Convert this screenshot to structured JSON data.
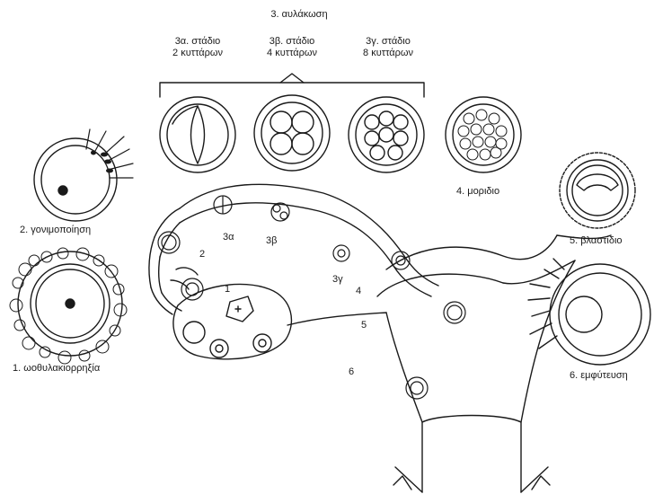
{
  "cleavage": {
    "title": "3. αυλάκωση",
    "stage_a": {
      "line1": "3α. στάδιο",
      "line2": "2 κυττάρων"
    },
    "stage_b": {
      "line1": "3β. στάδιο",
      "line2": "4 κυττάρων"
    },
    "stage_c": {
      "line1": "3γ. στάδιο",
      "line2": "8 κυττάρων"
    }
  },
  "stages": {
    "fertilization": "2. γονιμοποίηση",
    "ovulation": "1. ωοθυλακιορρηξία",
    "morula": "4. μοριδιο",
    "blastocyst": "5. βλαστίδιο",
    "implantation": "6. εμφύτευση"
  },
  "path_numbers": [
    "1",
    "2",
    "3α",
    "3β",
    "3γ",
    "4",
    "5",
    "6"
  ],
  "colors": {
    "ink": "#1a1a1a",
    "paper": "#ffffff"
  }
}
